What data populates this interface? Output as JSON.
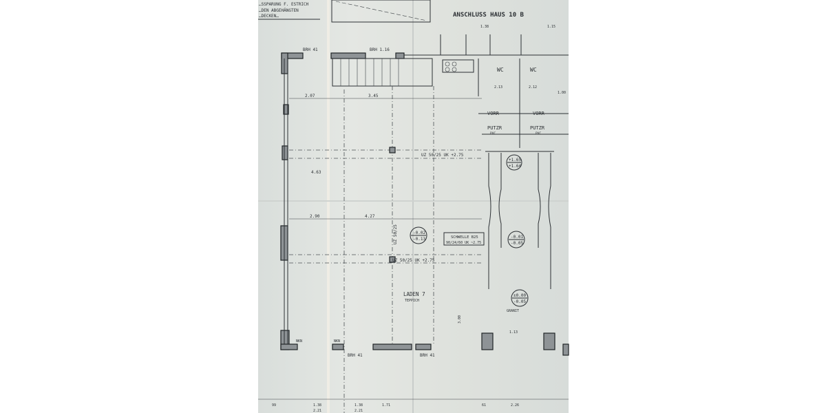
{
  "plan": {
    "header_note": [
      "…SSPARUNG F. ESTRICH",
      "…DEN ABGEHÄNGTEN",
      "…DECKEN…"
    ],
    "connection_label": "ANSCHLUSS HAUS 10 B",
    "room_name": "LADEN 7",
    "room_floor": "TEPPICH",
    "wc_label": "WC",
    "vorr_label": "VORR",
    "putzr_label": "PUTZR",
    "pvc_label": "PVC",
    "granit_label": "GRANIT",
    "threshold_label": "SCHWELLE B25",
    "threshold_detail": "90/24/60  UK ~2.75",
    "beam_label": "UZ 50/25  UK +2.75",
    "beam_label_vertical": "UZ 50/25",
    "parapet_label": "BRH 41",
    "parapet_top": "BRH 1.16",
    "niche": "NKN",
    "levels": {
      "shop_top": "-0.02",
      "shop_bottom": "-0.13",
      "corridor_top": "-0.01",
      "corridor_bottom": "-0.05",
      "entry_top": "±0.00",
      "entry_bottom": "-0.05",
      "stair_top": "+1.65",
      "stair_bottom": "+1.64"
    },
    "dimensions": {
      "d1": "2.07",
      "d2": "3.45",
      "d3": "4.27",
      "d4": "2.90",
      "d5": "4.63",
      "d6": "1.38",
      "d7": "1.15",
      "d8": "2.13",
      "d9": "2.12",
      "d10": "1.00",
      "d11": "1.13",
      "d12": "3.00"
    },
    "bottom_dims": [
      "99",
      "1.38",
      "2.21",
      "1.71",
      "1.38",
      "2.21",
      "61",
      "2.26"
    ]
  }
}
